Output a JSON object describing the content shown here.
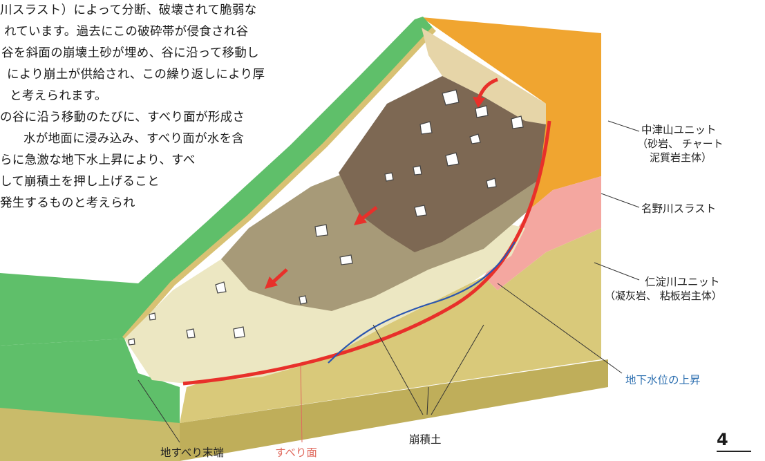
{
  "intro_text": [
    "川スラスト）によって分断、破壊されて脆弱な",
    "れています。過去にこの破砕帯が侵食され谷",
    "谷を斜面の崩壊土砂が埋め、谷に沿って移動し",
    "により崩土が供給され、この繰り返しにより厚",
    "と考えられます。",
    "の谷に沿う移動のたびに、すべり面が形成さ",
    "水が地面に浸み込み、すべり面が水を含",
    "らに急激な地下水上昇により、すべ",
    "して崩積土を押し上げること",
    "発生するものと考えられ"
  ],
  "labels": {
    "nakatsuyama": {
      "title": "中津山ユニット",
      "sub1": "（砂岩、 チャート",
      "sub2": "泥質岩主体）"
    },
    "nanokawa_thrust": "名野川スラスト",
    "niyodogawa": {
      "title": "仁淀川ユニット",
      "sub": "（凝灰岩、 粘板岩主体）"
    },
    "groundwater": "地下水位の上昇",
    "colluvium": "崩積土",
    "landslide_toe": "地すべり末端",
    "slip_surface": "すべり面"
  },
  "page_number": "4",
  "colors": {
    "grass": "#5fbf6a",
    "orange_rock": "#f0a530",
    "pink_thrust": "#f4a7a0",
    "olive_unit": "#d9c97a",
    "colluvium_dark": "#7d6853",
    "colluvium_mid": "#a79a78",
    "colluvium_light": "#ece7c2",
    "slip_red": "#e8302a",
    "groundwater_blue": "#2a55b0",
    "arrow_red": "#e8302a"
  }
}
